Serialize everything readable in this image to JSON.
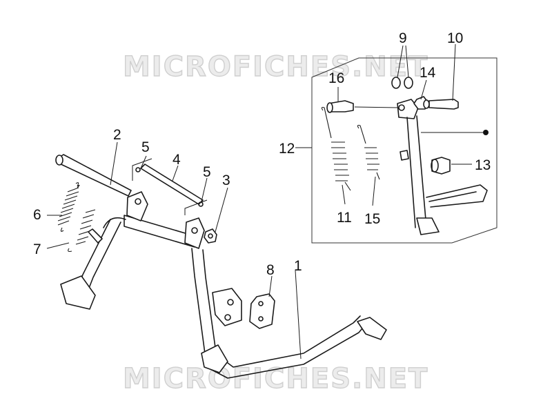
{
  "watermark": {
    "text_top": "MICROFICHES.NET",
    "text_bottom": "MICROFICHES.NET",
    "color": "#cfcfcf"
  },
  "callouts": {
    "c1": "1",
    "c2": "2",
    "c3": "3",
    "c4": "4",
    "c5a": "5",
    "c5b": "5",
    "c6": "6",
    "c7": "7",
    "c8": "8",
    "c9": "9",
    "c10": "10",
    "c11": "11",
    "c12": "12",
    "c13": "13",
    "c14": "14",
    "c15": "15",
    "c16": "16"
  },
  "colors": {
    "line": "#1a1a1a",
    "background": "#ffffff"
  }
}
